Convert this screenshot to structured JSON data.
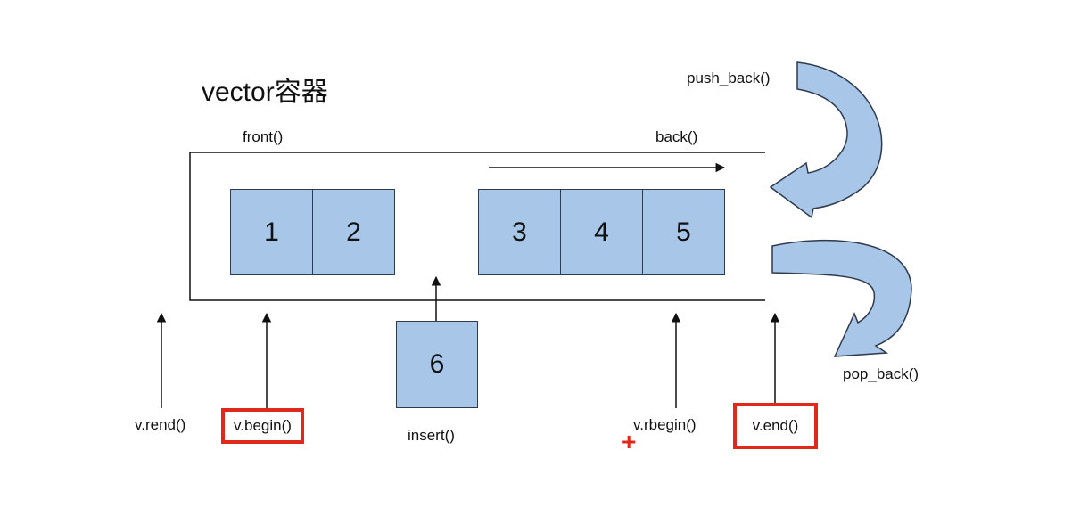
{
  "title": "vector容器",
  "labels": {
    "front": "front()",
    "back": "back()",
    "push_back": "push_back()",
    "pop_back": "pop_back()",
    "rend": "v.rend()",
    "begin": "v.begin()",
    "insert": "insert()",
    "rbegin": "v.rbegin()",
    "end": "v.end()"
  },
  "elements": [
    "1",
    "2",
    "3",
    "4",
    "5"
  ],
  "inserted_element": "6",
  "colors": {
    "cell_fill": "#a8c6e8",
    "cell_border": "#2f3a4d",
    "highlight": "#e0281d",
    "line": "#111111"
  }
}
